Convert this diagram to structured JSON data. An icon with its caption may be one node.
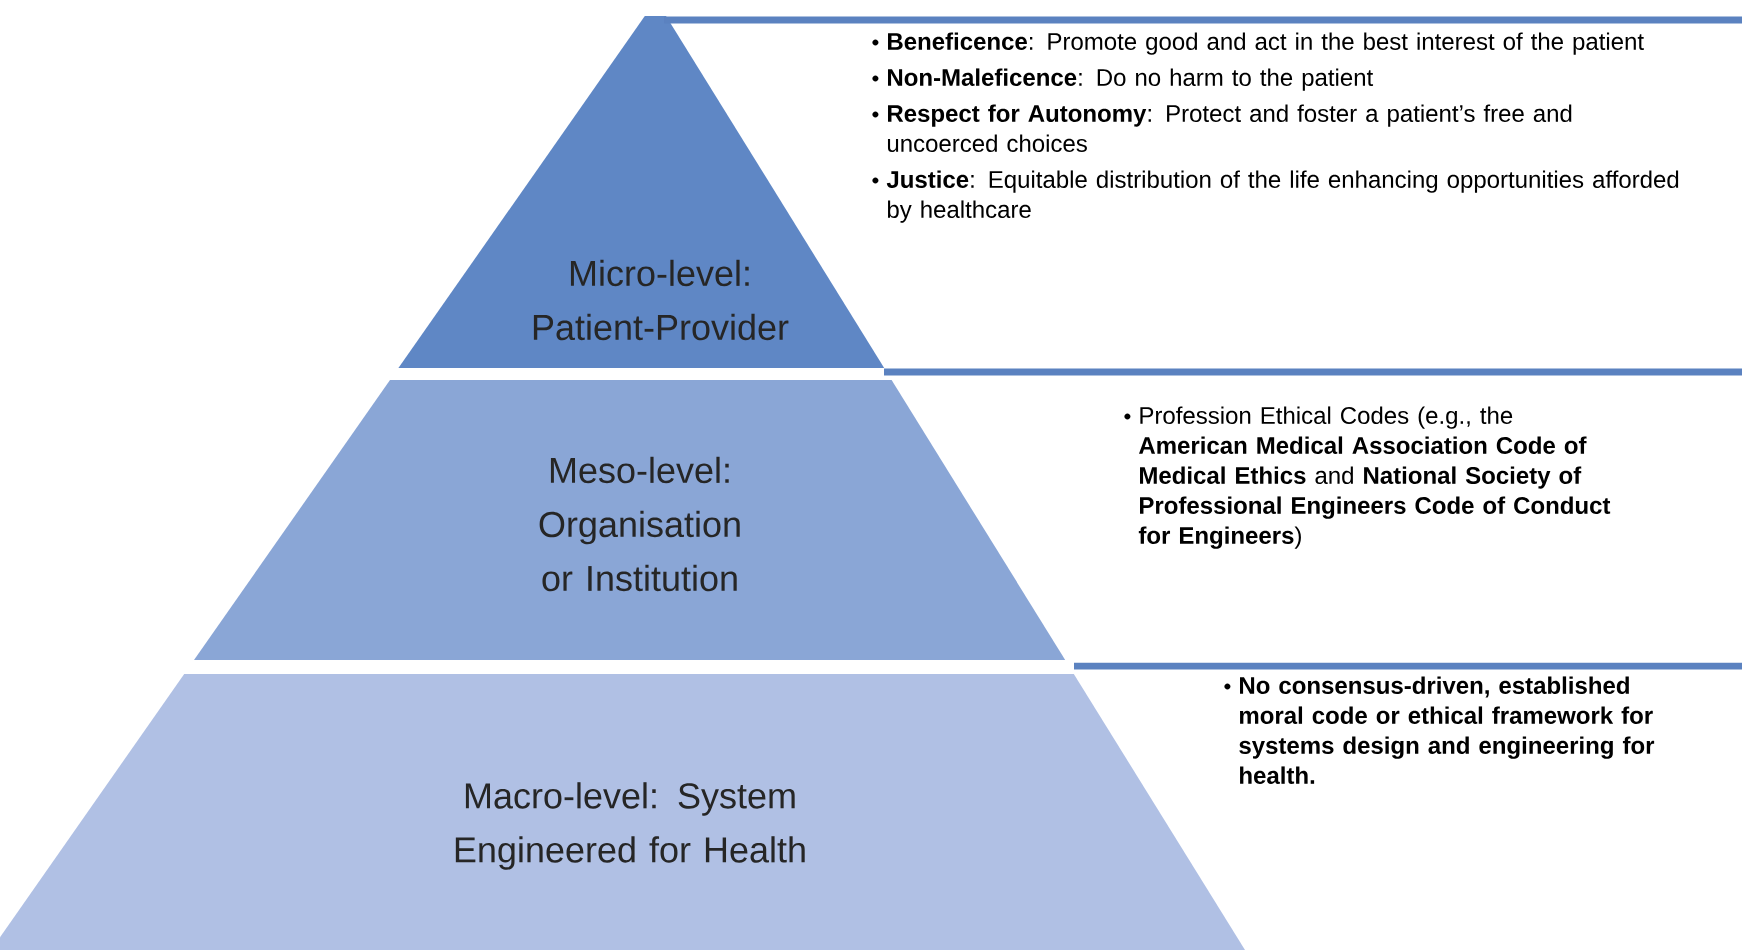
{
  "diagram": {
    "nodes": [
      {
        "text": [
          "Micro-level: Patient-Provider"
        ]
      },
      {
        "text": [
          "**Beneficence**: Promote good and act in the best interest of the patient",
          "**Non-Maleficence**: Do no harm to the patient",
          "**Respect for Autonomy**: Protect and foster a patient’s free and uncoerced choices",
          "**Justice**: Equitable distribution of the life enhancing opportunities afforded by healthcare"
        ]
      },
      {
        "text": [
          "Meso-level: Organisation or Institution"
        ]
      },
      {
        "text": [
          "Profession Ethical Codes (e.g., the **American Medical Association Code of Medical Ethics** and **National Society of Professional Engineers Code of Conduct for Engineers**)"
        ]
      },
      {
        "text": [
          "Macro-level: System Engineered for Health"
        ]
      },
      {
        "text": [
          "No consensus-driven, established moral code or ethical framework for systems design and engineering for health."
        ]
      }
    ]
  }
}
